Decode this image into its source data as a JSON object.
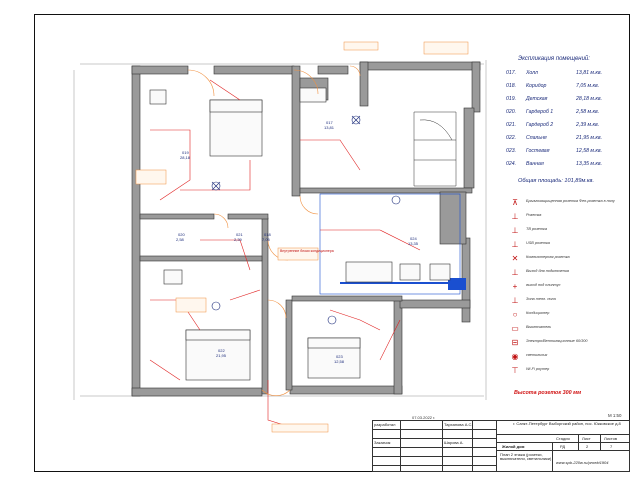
{
  "rooms_title": "Экспликация помещений:",
  "rooms": [
    {
      "no": "017.",
      "name": "Холл",
      "area": "13,81 м.кв."
    },
    {
      "no": "018.",
      "name": "Коридор",
      "area": "7,05  м.кв."
    },
    {
      "no": "019.",
      "name": "Детская",
      "area": "28,18 м.кв."
    },
    {
      "no": "020.",
      "name": "Гардероб 1",
      "area": "2,58  м.кв."
    },
    {
      "no": "021.",
      "name": "Гардероб 2",
      "area": "2,39 м.кв."
    },
    {
      "no": "022.",
      "name": "Спальня",
      "area": "21,95  м.кв."
    },
    {
      "no": "023.",
      "name": "Гостевая",
      "area": "12,58 м.кв."
    },
    {
      "no": "024.",
      "name": "Ванная",
      "area": "13,35 м.кв."
    }
  ],
  "total_area": "Общая площадь: 101,89м.кв.",
  "legend": [
    {
      "icon": "outlet-dual-icon",
      "glyph": "⊼",
      "label": "Брызгозащищенная розетка Фен-розетка в полу"
    },
    {
      "icon": "outlet-icon",
      "glyph": "⊥",
      "label": "Розетка"
    },
    {
      "icon": "tv-outlet-icon",
      "glyph": "⊥",
      "label": "TB розетка"
    },
    {
      "icon": "usb-outlet-icon",
      "glyph": "⊥",
      "label": "USB розетка"
    },
    {
      "icon": "computer-outlet-icon",
      "glyph": "✕",
      "label": "Компьютерная розетка"
    },
    {
      "icon": "power-outlet-icon",
      "glyph": "⊥",
      "label": "Выход для подключения"
    },
    {
      "icon": "output-icon",
      "glyph": "+",
      "label": "выход под плинтус"
    },
    {
      "icon": "floor-heating-icon",
      "glyph": "⊥",
      "label": "Зона тепл. пола"
    },
    {
      "icon": "ac-icon",
      "glyph": "○",
      "label": "Кондиционер"
    },
    {
      "icon": "switch-icon",
      "glyph": "▭",
      "label": "Выключатель"
    },
    {
      "icon": "ventilation-icon",
      "glyph": "⊟",
      "label": "Электро/Вентиляционные 60/300"
    },
    {
      "icon": "light-icon",
      "glyph": "◉",
      "label": "светильник"
    },
    {
      "icon": "wifi-icon",
      "glyph": "⊤",
      "label": "Wi-Fi роутер"
    }
  ],
  "outlet_height": "Высота розеток 300 мм",
  "plan_labels": [
    {
      "name": "room-label-hall",
      "no": "017",
      "area": "13,81"
    },
    {
      "name": "room-label-corridor",
      "no": "018",
      "area": "7,05"
    },
    {
      "name": "room-label-children",
      "no": "019",
      "area": "28,18"
    },
    {
      "name": "room-label-wardrobe1",
      "no": "020",
      "area": "2,58"
    },
    {
      "name": "room-label-wardrobe2",
      "no": "021",
      "area": "2,39"
    },
    {
      "name": "room-label-bedroom",
      "no": "022",
      "area": "21,95"
    },
    {
      "name": "room-label-guest",
      "no": "023",
      "area": "12,58"
    },
    {
      "name": "room-label-bath",
      "no": "024",
      "area": "13,35"
    }
  ],
  "plan_note_ac": "Внутренние блоки кондиционера",
  "title_block": {
    "date": "07.03.2022 г.",
    "scale": "М 1:50",
    "designer_role": "разработал",
    "designer": "Тарханова А.С.",
    "checker_role": "Заказчик",
    "checker": "Шарова А.",
    "address": "г. Санкт-Петербург Выборгский район, пос. Юкковское д.8",
    "project_name": "Жилой дом",
    "stage_header": "Стадия",
    "sheet_header": "Лист",
    "sheets_header": "Листов",
    "stage": "РД",
    "sheet": "2",
    "sheets": "7",
    "drawing_title": "План 2 этажа (розетки, выключатели, светильники)",
    "website": "www.spb-220w.ru/proekt1904"
  }
}
